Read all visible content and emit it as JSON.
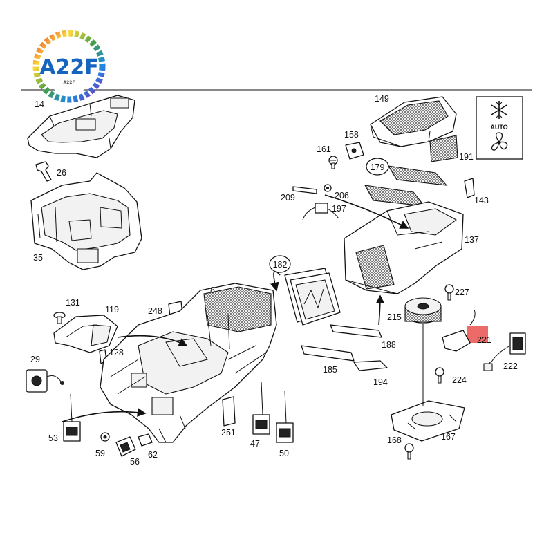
{
  "logo": {
    "brand": "A22F",
    "subtext": "A22F"
  },
  "panel": {
    "auto_label": "AUTO"
  },
  "parts": [
    {
      "id": "p14",
      "label": "14"
    },
    {
      "id": "p26",
      "label": "26"
    },
    {
      "id": "p35",
      "label": "35"
    },
    {
      "id": "p131",
      "label": "131"
    },
    {
      "id": "p119",
      "label": "119"
    },
    {
      "id": "p128",
      "label": "128"
    },
    {
      "id": "p29",
      "label": "29"
    },
    {
      "id": "p53",
      "label": "53"
    },
    {
      "id": "p59",
      "label": "59"
    },
    {
      "id": "p56",
      "label": "56"
    },
    {
      "id": "p62",
      "label": "62"
    },
    {
      "id": "p248",
      "label": "248"
    },
    {
      "id": "p8",
      "label": "8"
    },
    {
      "id": "p251",
      "label": "251"
    },
    {
      "id": "p47",
      "label": "47"
    },
    {
      "id": "p50",
      "label": "50"
    },
    {
      "id": "p182",
      "label": "182"
    },
    {
      "id": "p185",
      "label": "185"
    },
    {
      "id": "p188",
      "label": "188"
    },
    {
      "id": "p194",
      "label": "194"
    },
    {
      "id": "p149",
      "label": "149"
    },
    {
      "id": "p158",
      "label": "158"
    },
    {
      "id": "p161",
      "label": "161"
    },
    {
      "id": "p179",
      "label": "179"
    },
    {
      "id": "p209",
      "label": "209"
    },
    {
      "id": "p206",
      "label": "206"
    },
    {
      "id": "p197",
      "label": "197"
    },
    {
      "id": "p191",
      "label": "191"
    },
    {
      "id": "p143",
      "label": "143"
    },
    {
      "id": "p137",
      "label": "137"
    },
    {
      "id": "p227",
      "label": "227"
    },
    {
      "id": "p215",
      "label": "215"
    },
    {
      "id": "p221",
      "label": "221"
    },
    {
      "id": "p222",
      "label": "222"
    },
    {
      "id": "p224",
      "label": "224"
    },
    {
      "id": "p168",
      "label": "168"
    },
    {
      "id": "p167",
      "label": "167"
    }
  ]
}
